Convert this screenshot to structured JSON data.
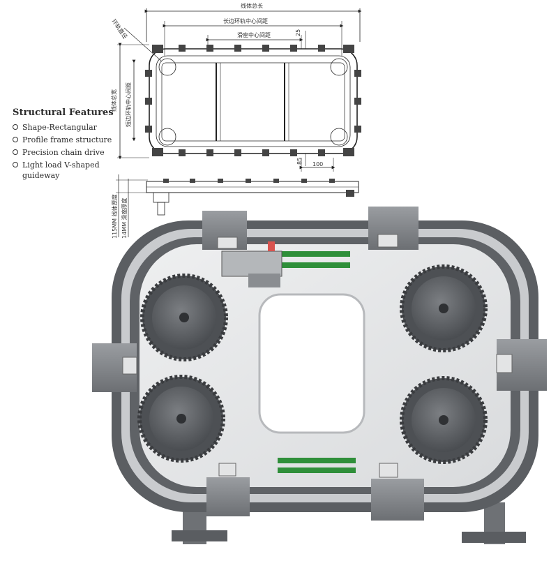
{
  "features": {
    "title": "Structural Features",
    "items": [
      "Shape-Rectangular",
      "Profile frame structure",
      "Precision chain drive",
      "Light load V-shaped guideway"
    ]
  },
  "drawing": {
    "overall_length": "线体总长",
    "ring_center_distance": "长边环轨中心间距",
    "slide_center_distance": "滑座中心间距",
    "ring_diameter": "环轨直径",
    "overall_width": "线体总宽",
    "short_ring_center_distance": "短边环轨中心间距",
    "dim_25": "25",
    "dim_85": "85",
    "dim_100": "100",
    "height_label": "115MM 线体厚度",
    "slide_width_label": "14MM 滑座厚度"
  },
  "colors": {
    "track_dark": "#5b5e62",
    "track_light": "#d6d8da",
    "plate": "#e6e7e8",
    "block": "#8a8d91",
    "green_rail": "#2f8f3a",
    "line": "#222222"
  }
}
